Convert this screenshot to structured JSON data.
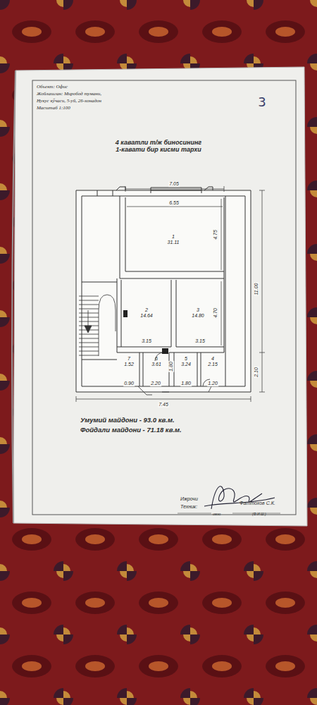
{
  "diagram": {
    "title": "4 каватли т/ж биносининг 1-кавати бир кисми тархи",
    "nodes": [
      {
        "text": [
          "1",
          "31.11"
        ]
      },
      {
        "text": [
          "2",
          "14.64"
        ]
      },
      {
        "text": [
          "3",
          "14.80"
        ]
      },
      {
        "text": [
          "7",
          "1.52"
        ]
      },
      {
        "text": [
          "6",
          "3.61"
        ]
      },
      {
        "text": [
          "5",
          "3.24"
        ]
      },
      {
        "text": [
          "4",
          "2.15"
        ]
      }
    ],
    "labels": [
      "Объект: Офис",
      "Жойлашган: Миробод тумани,",
      "Нукус кўчаси, 5-уй, 26-хонадон",
      "Масштаб 1:100",
      "3",
      "7.05",
      "6.55",
      "4.75",
      "11.00",
      "4.70",
      "3.15",
      "3.15",
      "1.80",
      "0.90",
      "2.20",
      "1.80",
      "1.20",
      "2.10",
      "7.45",
      "Умумий майдони - 93.0 кв.м.",
      "Фойдали майдони - 71.18 кв.м.",
      "Ижрочи",
      "Техник:",
      "Фаттохов С.К.",
      "(Ф.И.Ш.)",
      "имзо"
    ]
  }
}
